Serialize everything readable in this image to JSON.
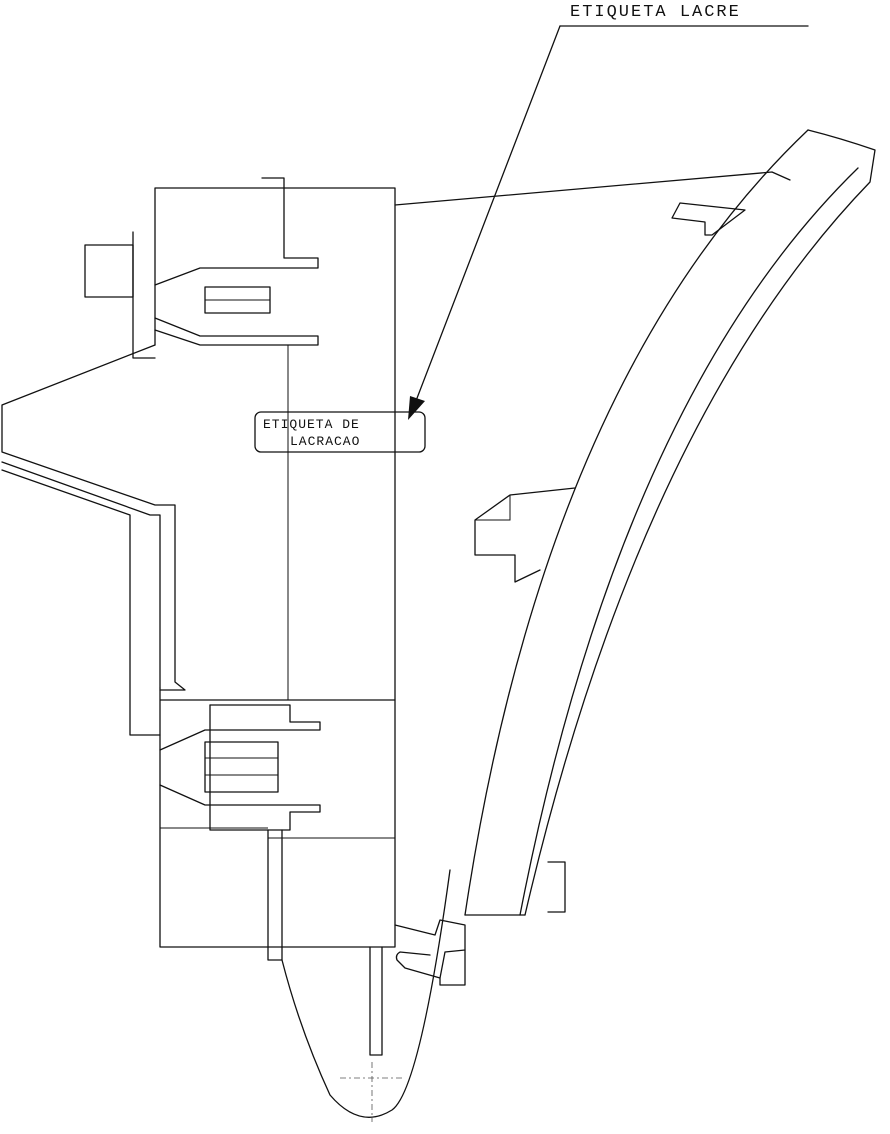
{
  "callout": {
    "label": "ETIQUETA LACRE"
  },
  "tag": {
    "line1": "ETIQUETA DE",
    "line2": "LACRACAO"
  },
  "colors": {
    "stroke": "#111111",
    "background": "#ffffff"
  }
}
